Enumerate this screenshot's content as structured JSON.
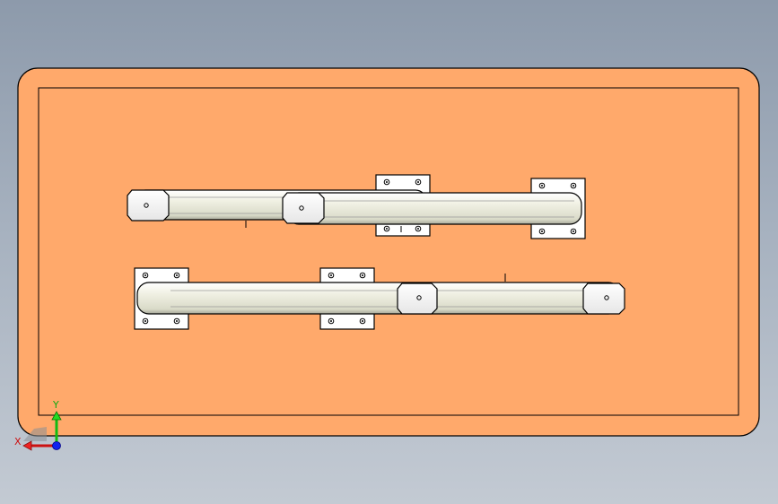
{
  "colors": {
    "background_top": "#8d9aab",
    "background_bottom": "#c3cad3",
    "plate": "#ffa96b",
    "edge": "#000000",
    "rail": "#eeefdf",
    "carriage": "#ffffff",
    "axis_x": "#dd1111",
    "axis_y": "#11cc11",
    "axis_z": "#1111ee"
  },
  "triad": {
    "x_label": "X",
    "y_label": "Y",
    "icons": [
      "axis-triad-icon"
    ]
  },
  "scene": {
    "description_icon": "cad-model-view",
    "assemblies": [
      "linear-rail-top-left",
      "linear-rail-top-right",
      "linear-rail-bottom"
    ]
  }
}
